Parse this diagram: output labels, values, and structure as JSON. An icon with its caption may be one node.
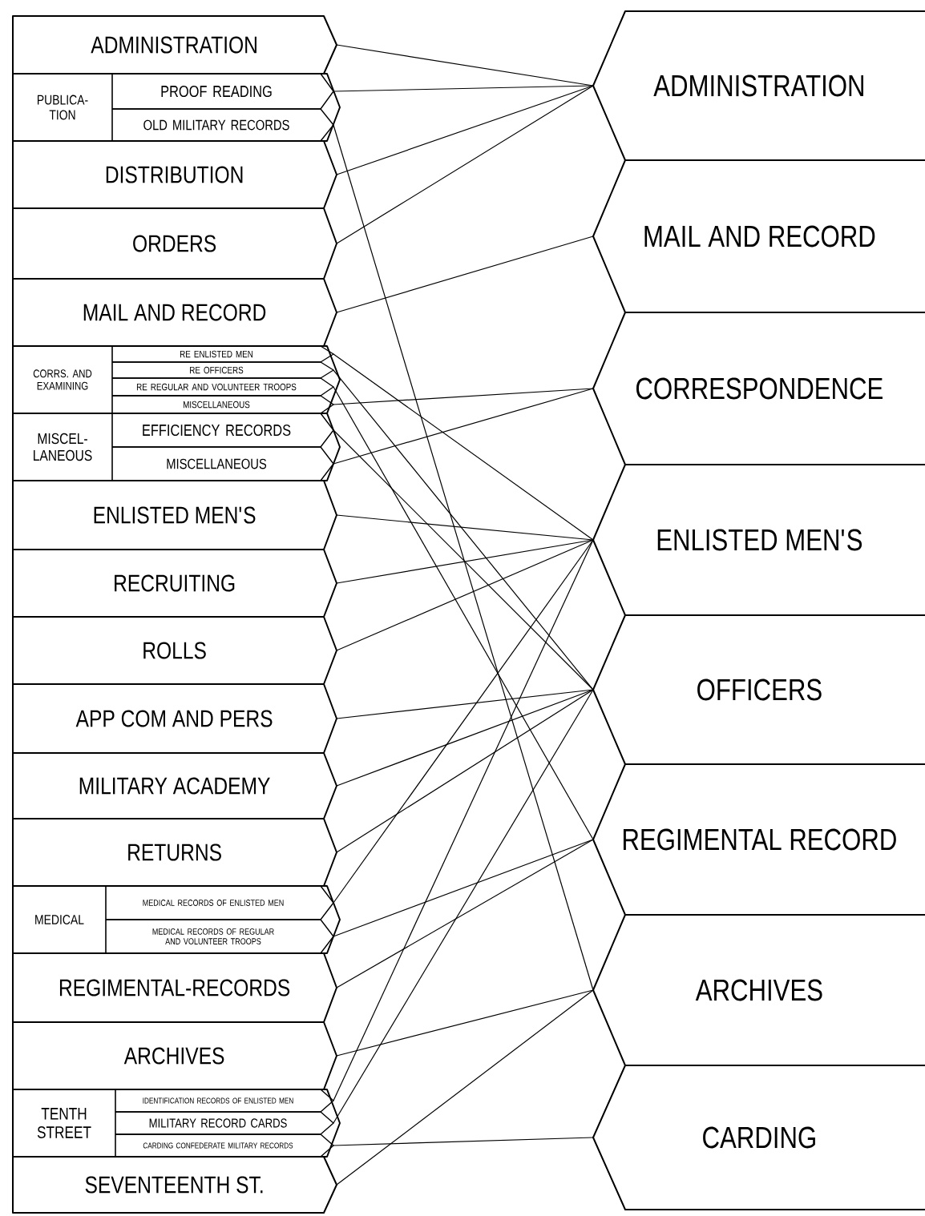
{
  "diagram": {
    "nodes": [
      {
        "text": [
          "ADMINISTRATION"
        ]
      },
      {
        "text": [
          "PUBLICA- TION"
        ]
      },
      {
        "text": [
          "PROOF READING"
        ],
        "in": 1
      },
      {
        "text": [
          "OLD MILITARY RECORDS"
        ],
        "in": 1
      },
      {
        "text": [
          "DISTRIBUTION"
        ]
      },
      {
        "text": [
          "ORDERS"
        ]
      },
      {
        "text": [
          "MAIL AND RECORD"
        ]
      },
      {
        "text": [
          "CORRS. AND EXAMINING"
        ]
      },
      {
        "text": [
          "RE ENLISTED MEN"
        ],
        "in": 7
      },
      {
        "text": [
          "RE OFFICERS"
        ],
        "in": 7
      },
      {
        "text": [
          "RE REGULAR AND VOLUNTEER TROOPS"
        ],
        "in": 7
      },
      {
        "text": [
          "MISCELLANEOUS"
        ],
        "in": 7
      },
      {
        "text": [
          "MISCEL- LANEOUS"
        ]
      },
      {
        "text": [
          "EFFICIENCY RECORDS"
        ],
        "in": 12
      },
      {
        "text": [
          "MISCELLANEOUS"
        ],
        "in": 12
      },
      {
        "text": [
          "ENLISTED MEN'S"
        ]
      },
      {
        "text": [
          "RECRUITING"
        ]
      },
      {
        "text": [
          "ROLLS"
        ]
      },
      {
        "text": [
          "APP COM AND PERS"
        ]
      },
      {
        "text": [
          "MILITARY ACADEMY"
        ]
      },
      {
        "text": [
          "RETURNS"
        ]
      },
      {
        "text": [
          "MEDICAL"
        ]
      },
      {
        "text": [
          "MEDICAL RECORDS OF ENLISTED MEN"
        ],
        "in": 21
      },
      {
        "text": [
          "MEDICAL RECORDS OF REGULAR AND VOLUNTEER TROOPS"
        ],
        "in": 21
      },
      {
        "text": [
          "REGIMENTAL-RECORDS"
        ]
      },
      {
        "text": [
          "ARCHIVES"
        ]
      },
      {
        "text": [
          "TENTH STREET"
        ]
      },
      {
        "text": [
          "IDENTIFICATION RECORDS OF ENLISTED MEN"
        ],
        "in": 26
      },
      {
        "text": [
          "MILITARY RECORD CARDS"
        ],
        "in": 26
      },
      {
        "text": [
          "CARDING CONFEDERATE MILITARY RECORDS"
        ],
        "in": 26
      },
      {
        "text": [
          "SEVENTEENTH ST."
        ]
      },
      {
        "text": [
          "ADMINISTRATION"
        ]
      },
      {
        "text": [
          "MAIL AND RECORD"
        ]
      },
      {
        "text": [
          "CORRESPONDENCE"
        ]
      },
      {
        "text": [
          "ENLISTED MEN'S"
        ]
      },
      {
        "text": [
          "OFFICERS"
        ]
      },
      {
        "text": [
          "REGIMENTAL RECORD"
        ]
      },
      {
        "text": [
          "ARCHIVES"
        ]
      },
      {
        "text": [
          "CARDING"
        ]
      }
    ],
    "edges": [
      {
        "from": 0,
        "to": 31,
        "arrow": "none"
      },
      {
        "from": 2,
        "to": 31,
        "arrow": "none"
      },
      {
        "from": 4,
        "to": 31,
        "arrow": "none"
      },
      {
        "from": 5,
        "to": 31,
        "arrow": "none"
      },
      {
        "from": 6,
        "to": 32,
        "arrow": "none"
      },
      {
        "from": 3,
        "to": 37,
        "arrow": "none"
      },
      {
        "from": 8,
        "to": 34,
        "arrow": "none"
      },
      {
        "from": 9,
        "to": 35,
        "arrow": "none"
      },
      {
        "from": 10,
        "to": 36,
        "arrow": "none"
      },
      {
        "from": 11,
        "to": 33,
        "arrow": "none"
      },
      {
        "from": 13,
        "to": 35,
        "arrow": "none"
      },
      {
        "from": 14,
        "to": 33,
        "arrow": "none"
      },
      {
        "from": 15,
        "to": 34,
        "arrow": "none"
      },
      {
        "from": 16,
        "to": 34,
        "arrow": "none"
      },
      {
        "from": 17,
        "to": 34,
        "arrow": "none"
      },
      {
        "from": 18,
        "to": 35,
        "arrow": "none"
      },
      {
        "from": 19,
        "to": 35,
        "arrow": "none"
      },
      {
        "from": 20,
        "to": 35,
        "arrow": "none"
      },
      {
        "from": 22,
        "to": 34,
        "arrow": "none"
      },
      {
        "from": 23,
        "to": 36,
        "arrow": "none"
      },
      {
        "from": 24,
        "to": 36,
        "arrow": "none"
      },
      {
        "from": 25,
        "to": 37,
        "arrow": "none"
      },
      {
        "from": 27,
        "to": 34,
        "arrow": "none"
      },
      {
        "from": 28,
        "to": 35,
        "arrow": "none"
      },
      {
        "from": 29,
        "to": 38,
        "arrow": "none"
      },
      {
        "from": 30,
        "to": 37,
        "arrow": "none"
      }
    ]
  }
}
